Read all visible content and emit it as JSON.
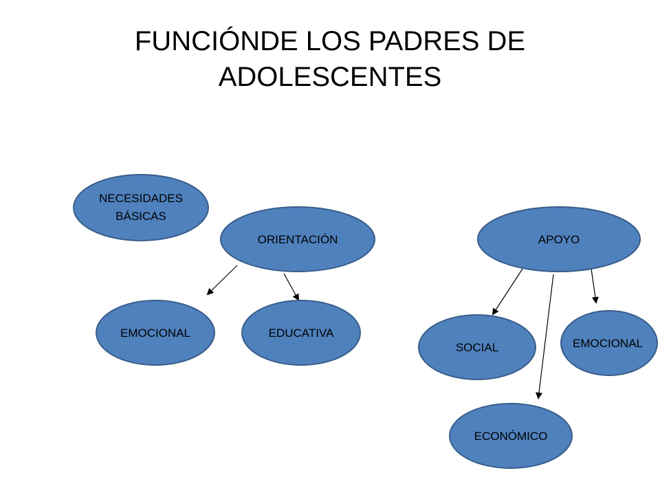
{
  "slide": {
    "title_line1": "FUNCIÓNDE LOS PADRES DE",
    "title_line2": "ADOLESCENTES"
  },
  "colors": {
    "node_fill": "#4F81BD",
    "node_stroke": "#385D8A",
    "arrow": "#000000"
  },
  "nodes": {
    "necesidades": {
      "line1": "NECESIDADES",
      "line2": "BÁSICAS"
    },
    "orientacion": {
      "label": "ORIENTACIÓN"
    },
    "emocional_left": {
      "label": "EMOCIONAL"
    },
    "educativa": {
      "label": "EDUCATIVA"
    },
    "apoyo": {
      "label": "APOYO"
    },
    "social": {
      "label": "SOCIAL"
    },
    "emocional_right": {
      "label": "EMOCIONAL"
    },
    "economico": {
      "label": "ECONÓMICO"
    }
  }
}
